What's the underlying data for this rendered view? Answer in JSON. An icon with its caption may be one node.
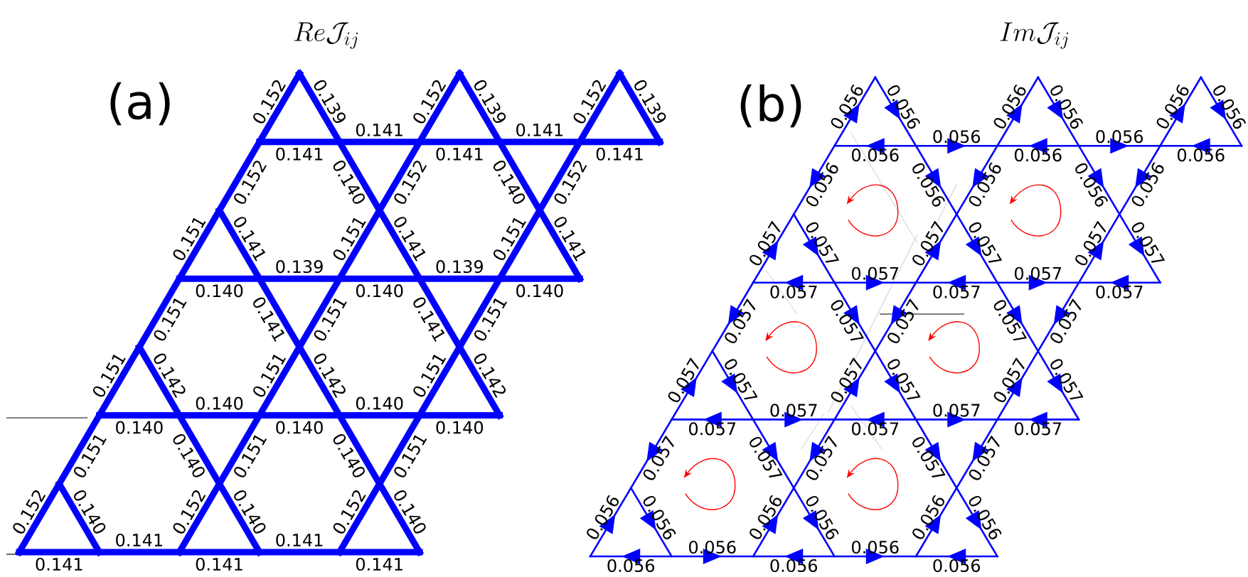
{
  "diagram": {
    "labels": [
      "Re\\mathcal{J}_{ij}",
      "Im\\mathcal{J}_{ij}",
      "(a)",
      "0.152",
      "0.139",
      "0.152",
      "0.139",
      "0.152",
      "0.139",
      "0.141",
      "0.141",
      "0.141",
      "0.141",
      "0.141",
      "0.152",
      "0.140",
      "0.152",
      "0.140",
      "0.152",
      "0.151",
      "0.141",
      "0.151",
      "0.141",
      "0.151",
      "0.141",
      "0.139",
      "0.139",
      "0.140",
      "0.140",
      "0.140",
      "0.151",
      "0.141",
      "0.151",
      "0.141",
      "0.151",
      "0.151",
      "0.142",
      "0.151",
      "0.142",
      "0.151",
      "0.142",
      "0.140",
      "0.140",
      "0.140",
      "0.140",
      "0.140",
      "0.151",
      "0.140",
      "0.151",
      "0.140",
      "0.151",
      "0.152",
      "0.140",
      "0.152",
      "0.140",
      "0.152",
      "0.140",
      "0.141",
      "0.141",
      "0.141",
      "0.141",
      "0.141",
      "(b)",
      "0.056",
      "0.056",
      "0.056",
      "0.056",
      "0.056",
      "0.056",
      "0.056",
      "0.056",
      "0.056",
      "0.056",
      "0.056",
      "0.056",
      "0.056",
      "0.056",
      "0.056",
      "0.056",
      "0.057",
      "0.057",
      "0.057",
      "0.057",
      "0.057",
      "0.057",
      "0.057",
      "0.057",
      "0.057",
      "0.057",
      "0.057",
      "0.057",
      "0.057",
      "0.057",
      "0.057",
      "0.057",
      "0.057",
      "0.057",
      "0.057",
      "0.057",
      "0.057",
      "0.057",
      "0.057",
      "0.057",
      "0.057",
      "0.057",
      "0.057",
      "0.057",
      "0.057",
      "0.057",
      "0.057",
      "0.057",
      "0.056",
      "0.056",
      "0.056",
      "0.056",
      "0.056",
      "0.056",
      "0.056",
      "0.056",
      "0.056",
      "0.056",
      "0.056"
    ]
  }
}
